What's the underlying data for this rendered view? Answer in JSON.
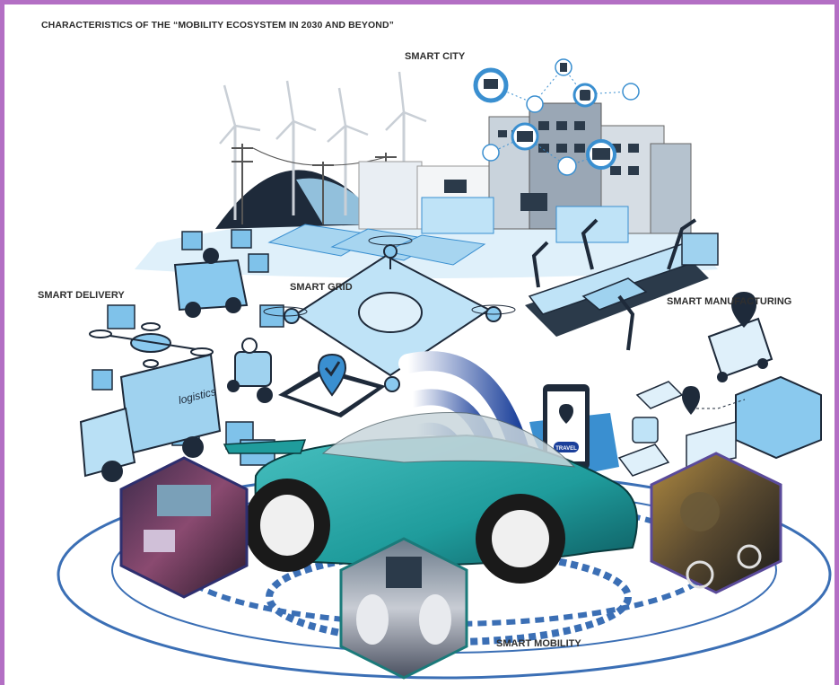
{
  "title": "CHARACTERISTICS OF THE “MOBILITY ECOSYSTEM IN 2030 AND BEYOND”",
  "labels": {
    "smart_city": "SMART CITY",
    "smart_delivery": "SMART DELIVERY",
    "smart_grid": "SMART GRID",
    "smart_manufacturing": "SMART MANUFACTURING",
    "smart_mobility": "SMART MOBILITY"
  },
  "truck_text": "logistics",
  "phone_button_text": "TRAVEL",
  "colors": {
    "frame": "#b36fc4",
    "accent_blue": "#3a8fd0",
    "deep_blue": "#1a3f9a",
    "light_blue": "#cfe8f7",
    "car_teal": "#1f9c9c",
    "ring": "#3b6fb5"
  }
}
